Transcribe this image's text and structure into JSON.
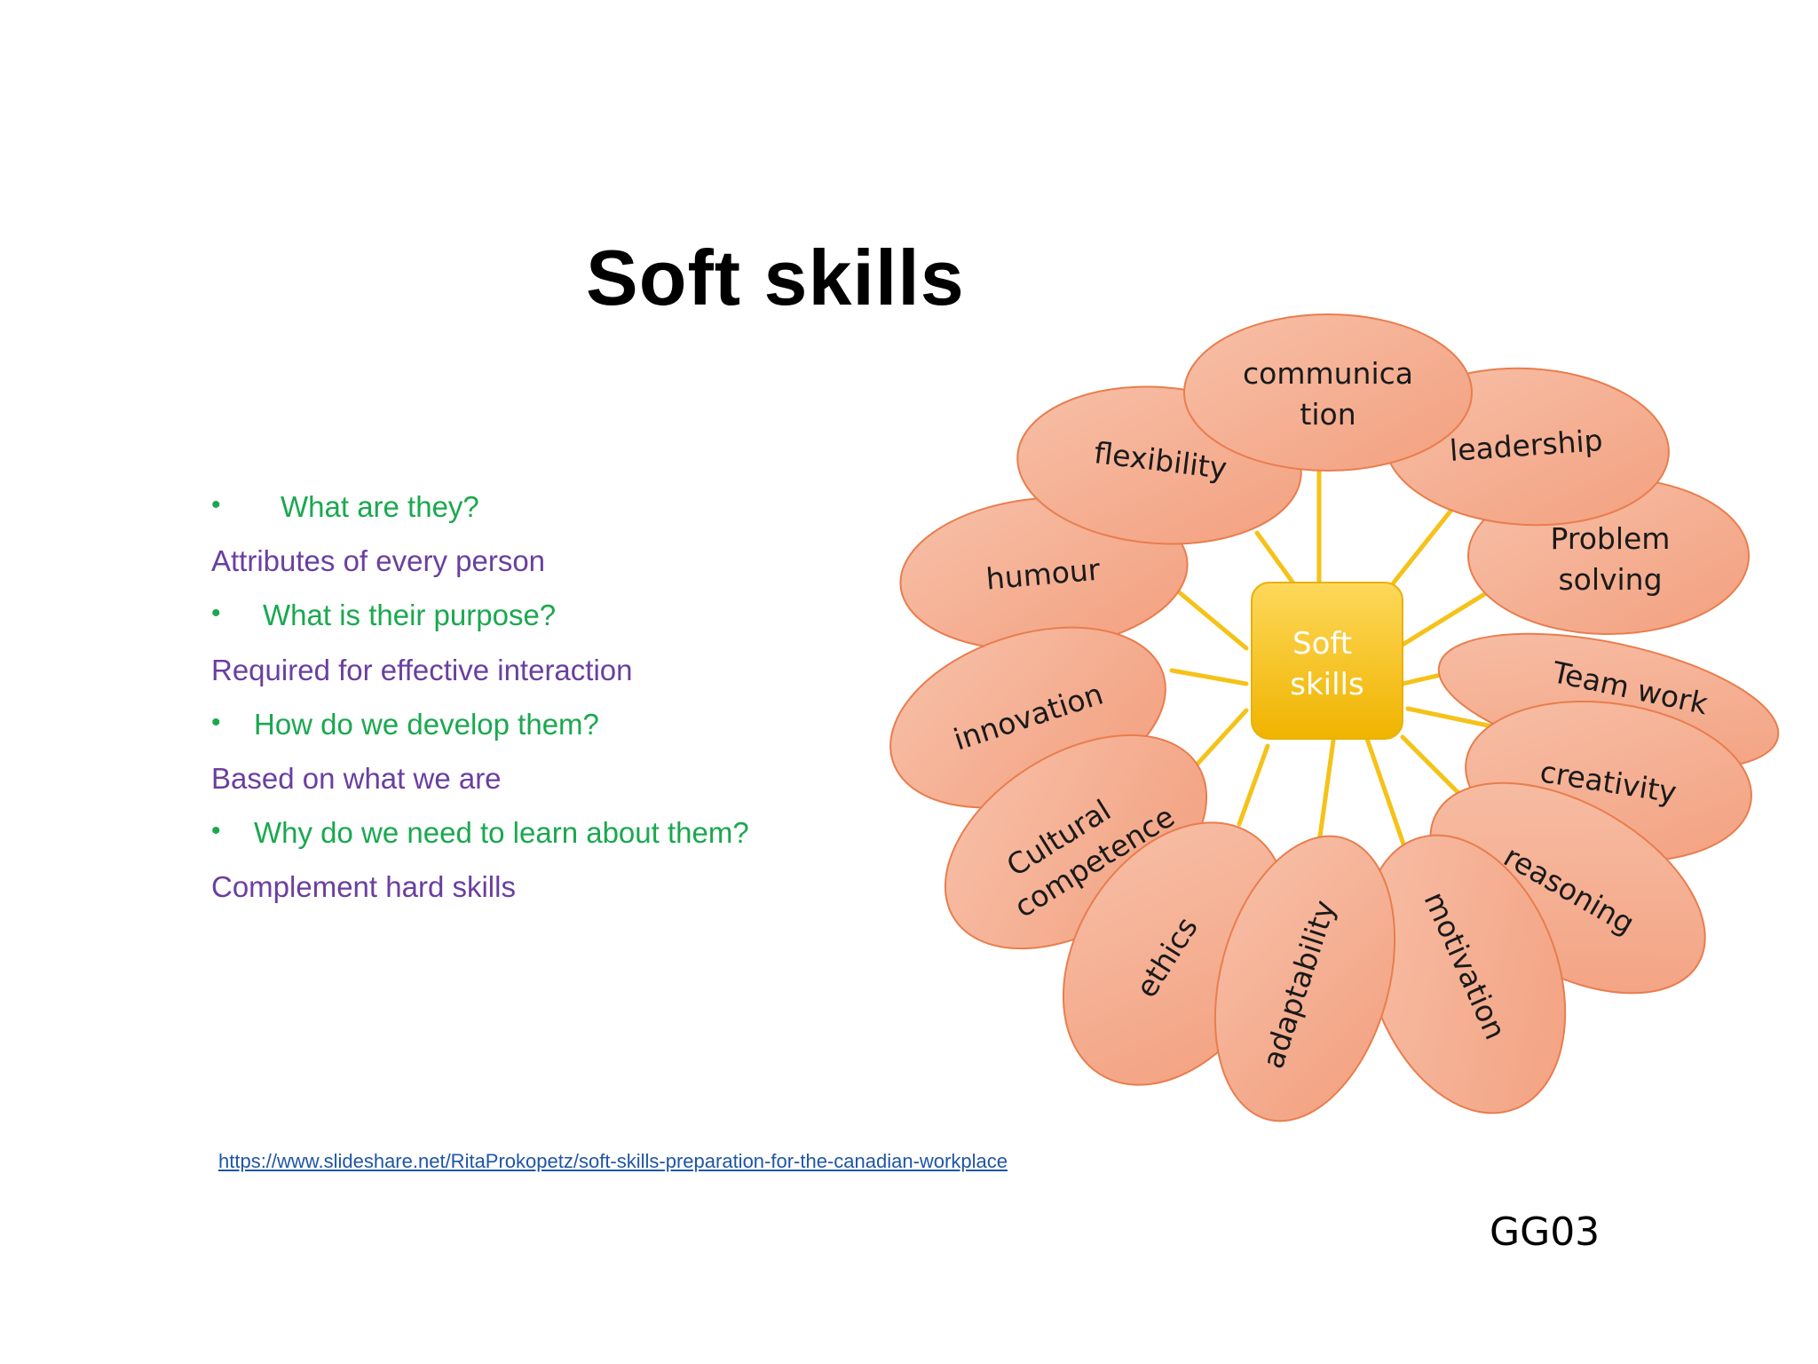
{
  "slide": {
    "title": "Soft skills",
    "bullets": [
      {
        "question": "What are they?",
        "answer": "Attributes of every person"
      },
      {
        "question": "What is their purpose?",
        "answer": "Required for effective interaction"
      },
      {
        "question": "How do we develop them?",
        "answer": "Based on what we are"
      },
      {
        "question": "Why do we need to learn about them?",
        "answer": "Complement hard skills"
      }
    ],
    "bullet_symbol": "•",
    "source_link": "https://www.slideshare.net/RitaProkopetz/soft-skills-preparation-for-the-canadian-workplace",
    "slide_code": "GG03"
  },
  "diagram": {
    "center_line1": "Soft",
    "center_line2": "skills",
    "colors": {
      "petal_fill": "#f5ae92",
      "petal_stroke": "#e97d4d",
      "center_fill_top": "#fcd34d",
      "center_fill_bottom": "#f2b705",
      "spoke": "#f5c218",
      "question_text": "#1aa84f",
      "answer_text": "#6a3fa0"
    },
    "petals": [
      {
        "name": "humour",
        "lines": [
          "humour"
        ]
      },
      {
        "name": "innovation",
        "lines": [
          "innovation"
        ]
      },
      {
        "name": "cultural-competence",
        "lines": [
          "Cultural",
          "competence"
        ]
      },
      {
        "name": "ethics",
        "lines": [
          "ethics"
        ]
      },
      {
        "name": "adaptability",
        "lines": [
          "adaptability"
        ]
      },
      {
        "name": "motivation",
        "lines": [
          "motivation"
        ]
      },
      {
        "name": "reasoning",
        "lines": [
          "reasoning"
        ]
      },
      {
        "name": "creativity",
        "lines": [
          "creativity"
        ]
      },
      {
        "name": "team-work",
        "lines": [
          "Team work"
        ]
      },
      {
        "name": "problem-solving",
        "lines": [
          "Problem",
          "solving"
        ]
      },
      {
        "name": "leadership",
        "lines": [
          "leadership"
        ]
      },
      {
        "name": "flexibility",
        "lines": [
          "flexibility"
        ]
      },
      {
        "name": "communication",
        "lines": [
          "communica",
          "tion"
        ]
      }
    ]
  }
}
